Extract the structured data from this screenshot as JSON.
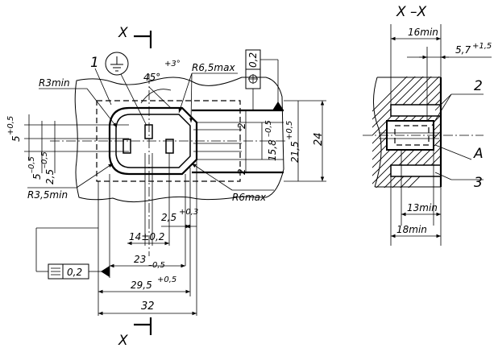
{
  "section_marks": {
    "top": "X",
    "bottom": "X",
    "section_title": "X –X"
  },
  "labels": {
    "callout_1": "1",
    "callout_2": "2",
    "callout_3": "3",
    "callout_A": "A"
  },
  "front_view": {
    "r3min": "R3min",
    "r35min": "R3,5min",
    "r65max": "R6,5max",
    "r6max": "R6max",
    "angle": "45°",
    "angle_tol": "+3°",
    "dim_5_base": "5",
    "dim_5_tol": "+0,5",
    "dim_5b_base": "5",
    "dim_5b_tol": "–0,5",
    "dim_25_base": "2,5",
    "dim_25_tol": "–0,5",
    "dim_2a": "2",
    "dim_2b": "2",
    "dim_158_base": "15,8",
    "dim_158_tol": "–0,5",
    "dim_215_base": "21,5",
    "dim_215_tol": "+0,5",
    "dim_24": "24",
    "dim_25h_base": "2,5",
    "dim_25h_tol": "+0,3",
    "dim_14": "14±0,2",
    "dim_23_base": "23",
    "dim_23_tol": "–0,5",
    "dim_295_base": "29,5",
    "dim_295_tol": "+0,5",
    "dim_32": "32",
    "tol_frame_top_value": "0,2",
    "tol_frame_bottom_value": "0,2"
  },
  "section_view": {
    "dim_16": "16min",
    "dim_57_base": "5,7",
    "dim_57_tol": "+1,5",
    "dim_13": "13min",
    "dim_18": "18min"
  }
}
